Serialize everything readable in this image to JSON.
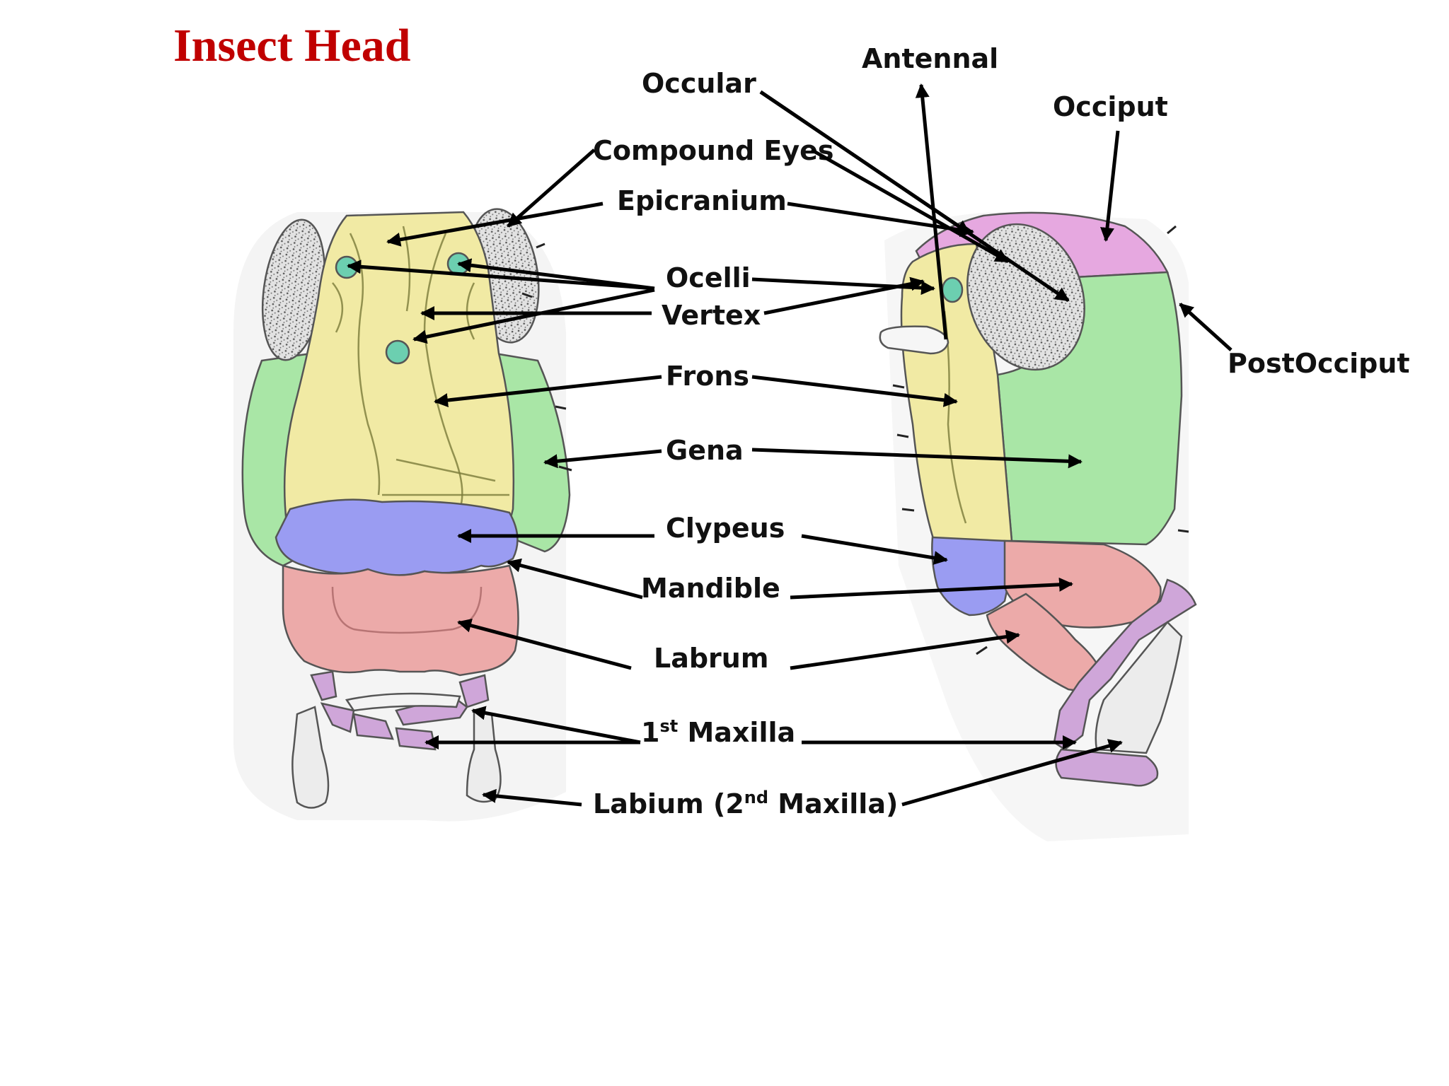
{
  "title": "Insect Head",
  "colors": {
    "title": "#c00000",
    "epicranium": "#f1eaa4",
    "gena": "#a9e6a6",
    "clypeus": "#9a9cf2",
    "labrum": "#ecaaa9",
    "maxilla": "#cfa6d9",
    "occiput": "#e6a8e0",
    "ocelli": "#6ccfb0",
    "eye": "#d8d8d8",
    "labium": "#ececec"
  },
  "labels": {
    "antennal": "Antennal",
    "occular": "Occular",
    "occiput": "Occiput",
    "compound_eyes": "Compound Eyes",
    "epicranium": "Epicranium",
    "ocelli": "Ocelli",
    "vertex": "Vertex",
    "postocciput": "PostOcciput",
    "frons": "Frons",
    "gena": "Gena",
    "clypeus": "Clypeus",
    "mandible": "Mandible",
    "labrum": "Labrum",
    "maxilla_1_num": "1",
    "maxilla_1_sup": "st",
    "maxilla_1_text": " Maxilla",
    "labium_pre": "Labium (2",
    "labium_sup": "nd",
    "labium_post": " Maxilla)"
  }
}
